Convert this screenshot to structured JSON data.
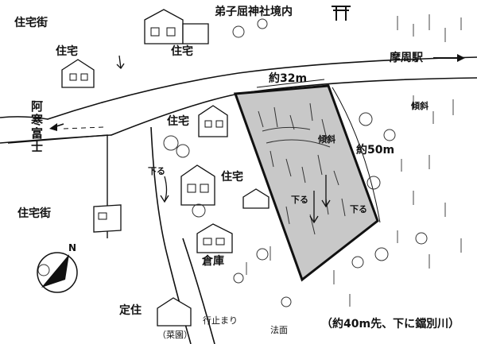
{
  "labels": {
    "shrine": "弟子屈神社境内",
    "station": "摩周駅",
    "res_street_top": "住宅街",
    "res_street_left": "住宅街",
    "house_tl": "住宅",
    "house_top": "住宅",
    "house_mid": "住宅",
    "house_mid2": "住宅",
    "road_vertical": "阿寒富士",
    "approx_32": "約32m",
    "approx_50": "約50m",
    "slope_1": "傾斜",
    "slope_2": "傾斜",
    "down_1": "下る",
    "down_2": "下る",
    "down_3": "下る",
    "warehouse": "倉庫",
    "teiju": "定住",
    "vegetable_garden": "（菜園）",
    "dead_end": "行止まり",
    "slope_face": "法面",
    "river_note": "（約40m先、下に鐺別川）",
    "north": "N"
  },
  "colors": {
    "lot_fill": "#c8c8c8",
    "ink": "#111111"
  },
  "icons": {
    "shrine_gate": "torii-icon",
    "compass": "north-arrow-icon",
    "direction": "arrow-right-icon"
  }
}
